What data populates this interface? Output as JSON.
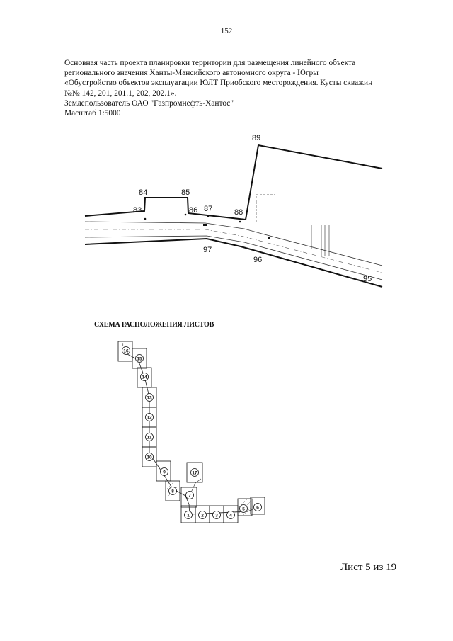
{
  "page_number": "152",
  "title_lines": [
    "Основная часть проекта планировки территории для размещения линейного объекта",
    "регионального значения Ханты-Мансийского автономного округа - Югры",
    "«Обустройство объектов эксплуатации ЮЛТ Приобского месторождения. Кусты скважин",
    "№№ 142, 201, 201.1, 202, 202.1».",
    "Землепользователь ОАО \"Газпромнефть-Хантос\"",
    "Масштаб 1:5000"
  ],
  "map": {
    "point_labels": [
      "89",
      "84",
      "85",
      "83",
      "86",
      "87",
      "88",
      "97",
      "96",
      "95"
    ]
  },
  "scheme": {
    "title": "СХЕМА РАСПОЛОЖЕНИЯ ЛИСТОВ",
    "sheets": [
      "1",
      "2",
      "3",
      "4",
      "5",
      "6",
      "7",
      "8",
      "9",
      "10",
      "11",
      "12",
      "13",
      "14",
      "15",
      "16",
      "17"
    ],
    "corner_mark": "1"
  },
  "footer": {
    "sheet_counter": "Лист 5 из 19"
  }
}
